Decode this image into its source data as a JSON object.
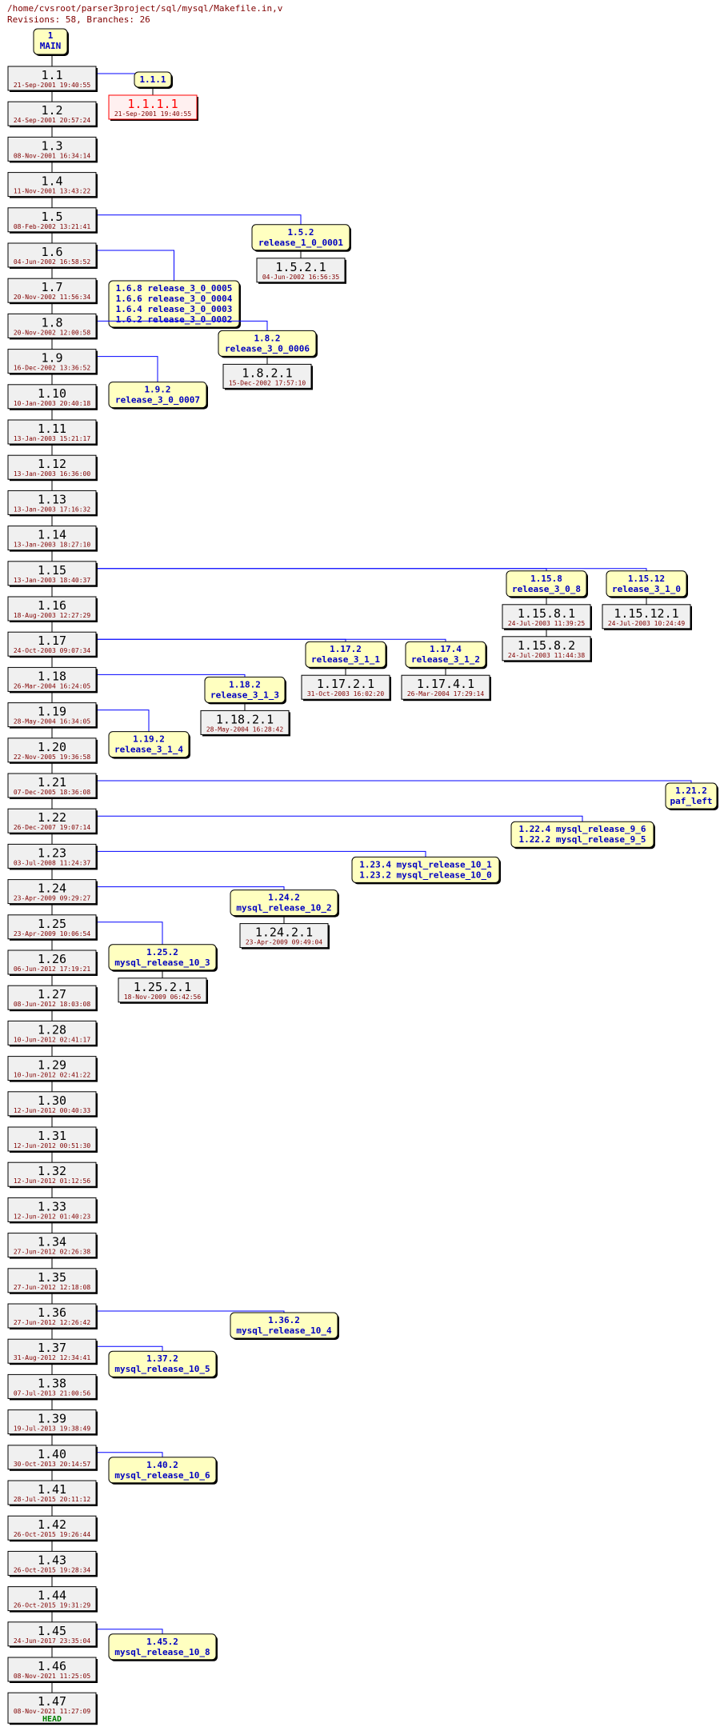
{
  "header": {
    "path": "/home/cvsroot/parser3project/sql/mysql/Makefile.in,v",
    "summary": "Revisions: 58, Branches: 26"
  },
  "colors": {
    "line": "#0000ff",
    "revision_fill": "#f0f0f0",
    "tag_fill": "#ffffc0",
    "tag_text": "#0000c0",
    "date_text": "#800000",
    "dead_fill": "#fff0f0",
    "dead_text": "#ff0000",
    "head_text": "#008000"
  },
  "main_tag": {
    "number": "1",
    "name": "MAIN"
  },
  "trunk": [
    {
      "rev": "1.1",
      "date": "21-Sep-2001 19:40:55"
    },
    {
      "rev": "1.2",
      "date": "24-Sep-2001 20:57:24"
    },
    {
      "rev": "1.3",
      "date": "08-Nov-2001 16:34:14"
    },
    {
      "rev": "1.4",
      "date": "11-Nov-2001 13:43:22"
    },
    {
      "rev": "1.5",
      "date": "08-Feb-2002 13:21:41"
    },
    {
      "rev": "1.6",
      "date": "04-Jun-2002 16:58:52"
    },
    {
      "rev": "1.7",
      "date": "20-Nov-2002 11:56:34"
    },
    {
      "rev": "1.8",
      "date": "20-Nov-2002 12:00:58"
    },
    {
      "rev": "1.9",
      "date": "16-Dec-2002 13:36:52"
    },
    {
      "rev": "1.10",
      "date": "10-Jan-2003 20:40:18"
    },
    {
      "rev": "1.11",
      "date": "13-Jan-2003 15:21:17"
    },
    {
      "rev": "1.12",
      "date": "13-Jan-2003 16:36:00"
    },
    {
      "rev": "1.13",
      "date": "13-Jan-2003 17:16:32"
    },
    {
      "rev": "1.14",
      "date": "13-Jan-2003 18:27:10"
    },
    {
      "rev": "1.15",
      "date": "13-Jan-2003 18:40:37"
    },
    {
      "rev": "1.16",
      "date": "18-Aug-2003 12:27:29"
    },
    {
      "rev": "1.17",
      "date": "24-Oct-2003 09:07:34"
    },
    {
      "rev": "1.18",
      "date": "26-Mar-2004 16:24:05"
    },
    {
      "rev": "1.19",
      "date": "28-May-2004 16:34:05"
    },
    {
      "rev": "1.20",
      "date": "22-Nov-2005 19:36:58"
    },
    {
      "rev": "1.21",
      "date": "07-Dec-2005 18:36:08"
    },
    {
      "rev": "1.22",
      "date": "26-Dec-2007 19:07:14"
    },
    {
      "rev": "1.23",
      "date": "03-Jul-2008 11:24:37"
    },
    {
      "rev": "1.24",
      "date": "23-Apr-2009 09:29:27"
    },
    {
      "rev": "1.25",
      "date": "23-Apr-2009 10:06:54"
    },
    {
      "rev": "1.26",
      "date": "06-Jun-2012 17:19:21"
    },
    {
      "rev": "1.27",
      "date": "08-Jun-2012 18:03:08"
    },
    {
      "rev": "1.28",
      "date": "10-Jun-2012 02:41:17"
    },
    {
      "rev": "1.29",
      "date": "10-Jun-2012 02:41:22"
    },
    {
      "rev": "1.30",
      "date": "12-Jun-2012 00:40:33"
    },
    {
      "rev": "1.31",
      "date": "12-Jun-2012 00:51:30"
    },
    {
      "rev": "1.32",
      "date": "12-Jun-2012 01:12:56"
    },
    {
      "rev": "1.33",
      "date": "12-Jun-2012 01:40:23"
    },
    {
      "rev": "1.34",
      "date": "27-Jun-2012 02:26:38"
    },
    {
      "rev": "1.35",
      "date": "27-Jun-2012 12:18:08"
    },
    {
      "rev": "1.36",
      "date": "27-Jun-2012 12:26:42"
    },
    {
      "rev": "1.37",
      "date": "31-Aug-2012 12:34:41"
    },
    {
      "rev": "1.38",
      "date": "07-Jul-2013 21:00:56"
    },
    {
      "rev": "1.39",
      "date": "19-Jul-2013 19:38:49"
    },
    {
      "rev": "1.40",
      "date": "30-Oct-2013 20:14:57"
    },
    {
      "rev": "1.41",
      "date": "28-Jul-2015 20:11:12"
    },
    {
      "rev": "1.42",
      "date": "26-Oct-2015 19:26:44"
    },
    {
      "rev": "1.43",
      "date": "26-Oct-2015 19:28:34"
    },
    {
      "rev": "1.44",
      "date": "26-Oct-2015 19:31:29"
    },
    {
      "rev": "1.45",
      "date": "24-Jun-2017 23:35:04"
    },
    {
      "rev": "1.46",
      "date": "08-Nov-2021 11:25:05"
    },
    {
      "rev": "1.47",
      "date": "08-Nov-2021 11:27:09",
      "tag": "HEAD"
    }
  ],
  "branches": [
    {
      "from": "1.1",
      "tags": [
        {
          "number": "1.1.1",
          "name": ""
        }
      ],
      "revisions": [
        {
          "rev": "1.1.1.1",
          "date": "21-Sep-2001 19:40:55",
          "dead": true
        }
      ]
    },
    {
      "from": "1.5",
      "tags": [
        {
          "number": "1.5.2",
          "name": "release_1_0_0001"
        }
      ],
      "revisions": [
        {
          "rev": "1.5.2.1",
          "date": "04-Jun-2002 16:56:35"
        }
      ]
    },
    {
      "from": "1.6",
      "inline": true,
      "tags": [
        {
          "number": "1.6.8",
          "name": "release_3_0_0005"
        },
        {
          "number": "1.6.6",
          "name": "release_3_0_0004"
        },
        {
          "number": "1.6.4",
          "name": "release_3_0_0003"
        },
        {
          "number": "1.6.2",
          "name": "release_3_0_0002"
        }
      ],
      "revisions": []
    },
    {
      "from": "1.8",
      "tags": [
        {
          "number": "1.8.2",
          "name": "release_3_0_0006"
        }
      ],
      "revisions": [
        {
          "rev": "1.8.2.1",
          "date": "15-Dec-2002 17:57:10"
        }
      ]
    },
    {
      "from": "1.9",
      "tags": [
        {
          "number": "1.9.2",
          "name": "release_3_0_0007"
        }
      ],
      "revisions": []
    },
    {
      "from": "1.15",
      "tags": [
        {
          "number": "1.15.8",
          "name": "release_3_0_8"
        }
      ],
      "revisions": [
        {
          "rev": "1.15.8.1",
          "date": "24-Jul-2003 11:39:25"
        },
        {
          "rev": "1.15.8.2",
          "date": "24-Jul-2003 11:44:38"
        }
      ]
    },
    {
      "from": "1.15",
      "tags": [
        {
          "number": "1.15.12",
          "name": "release_3_1_0"
        }
      ],
      "revisions": [
        {
          "rev": "1.15.12.1",
          "date": "24-Jul-2003 10:24:49"
        }
      ]
    },
    {
      "from": "1.17",
      "tags": [
        {
          "number": "1.17.2",
          "name": "release_3_1_1"
        }
      ],
      "revisions": [
        {
          "rev": "1.17.2.1",
          "date": "31-Oct-2003 16:02:20"
        }
      ]
    },
    {
      "from": "1.17",
      "tags": [
        {
          "number": "1.17.4",
          "name": "release_3_1_2"
        }
      ],
      "revisions": [
        {
          "rev": "1.17.4.1",
          "date": "26-Mar-2004 17:29:14"
        }
      ]
    },
    {
      "from": "1.18",
      "tags": [
        {
          "number": "1.18.2",
          "name": "release_3_1_3"
        }
      ],
      "revisions": [
        {
          "rev": "1.18.2.1",
          "date": "28-May-2004 16:28:42"
        }
      ]
    },
    {
      "from": "1.19",
      "tags": [
        {
          "number": "1.19.2",
          "name": "release_3_1_4"
        }
      ],
      "revisions": []
    },
    {
      "from": "1.21",
      "tags": [
        {
          "number": "1.21.2",
          "name": "paf_left"
        }
      ],
      "revisions": []
    },
    {
      "from": "1.22",
      "inline": true,
      "tags": [
        {
          "number": "1.22.4",
          "name": "mysql_release_9_6"
        },
        {
          "number": "1.22.2",
          "name": "mysql_release_9_5"
        }
      ],
      "revisions": []
    },
    {
      "from": "1.23",
      "inline": true,
      "tags": [
        {
          "number": "1.23.4",
          "name": "mysql_release_10_1"
        },
        {
          "number": "1.23.2",
          "name": "mysql_release_10_0"
        }
      ],
      "revisions": []
    },
    {
      "from": "1.24",
      "tags": [
        {
          "number": "1.24.2",
          "name": "mysql_release_10_2"
        }
      ],
      "revisions": [
        {
          "rev": "1.24.2.1",
          "date": "23-Apr-2009 09:49:04"
        }
      ]
    },
    {
      "from": "1.25",
      "tags": [
        {
          "number": "1.25.2",
          "name": "mysql_release_10_3"
        }
      ],
      "revisions": [
        {
          "rev": "1.25.2.1",
          "date": "18-Nov-2009 06:42:56"
        }
      ]
    },
    {
      "from": "1.36",
      "tags": [
        {
          "number": "1.36.2",
          "name": "mysql_release_10_4"
        }
      ],
      "revisions": []
    },
    {
      "from": "1.37",
      "tags": [
        {
          "number": "1.37.2",
          "name": "mysql_release_10_5"
        }
      ],
      "revisions": []
    },
    {
      "from": "1.40",
      "tags": [
        {
          "number": "1.40.2",
          "name": "mysql_release_10_6"
        }
      ],
      "revisions": []
    },
    {
      "from": "1.45",
      "tags": [
        {
          "number": "1.45.2",
          "name": "mysql_release_10_8"
        }
      ],
      "revisions": []
    }
  ]
}
